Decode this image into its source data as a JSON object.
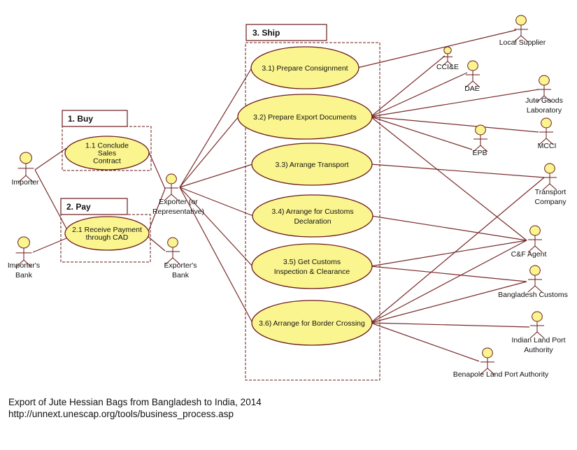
{
  "colors": {
    "line": "#7a2a2a",
    "fill": "#fbf58f",
    "frame": "#6b1a1a"
  },
  "packages": {
    "buy": {
      "title": "1. Buy"
    },
    "pay": {
      "title": "2. Pay"
    },
    "ship": {
      "title": "3. Ship"
    }
  },
  "use_cases": [
    {
      "id": "uc11",
      "lines": [
        "1.1 Conclude",
        "Sales",
        "Contract"
      ]
    },
    {
      "id": "uc21",
      "lines": [
        "2.1  Receive Payment",
        "through CAD"
      ]
    },
    {
      "id": "uc31",
      "lines": [
        "3.1) Prepare Consignment"
      ]
    },
    {
      "id": "uc32",
      "lines": [
        "3.2) Prepare Export Documents"
      ]
    },
    {
      "id": "uc33",
      "lines": [
        "3.3) Arrange Transport"
      ]
    },
    {
      "id": "uc34",
      "lines": [
        "3.4)  Arrange for Customs",
        "Declaration"
      ]
    },
    {
      "id": "uc35",
      "lines": [
        "3.5) Get Customs",
        "Inspection & Clearance"
      ]
    },
    {
      "id": "uc36",
      "lines": [
        "3.6) Arrange for Border Crossing"
      ]
    }
  ],
  "actors": [
    {
      "id": "importer",
      "lines": [
        "Importer"
      ]
    },
    {
      "id": "importers_bank",
      "lines": [
        "Importer's",
        "Bank"
      ]
    },
    {
      "id": "exporter",
      "lines": [
        "Exporter (or",
        "Representative)"
      ]
    },
    {
      "id": "exporters_bank",
      "lines": [
        "Exporter's",
        "Bank"
      ]
    },
    {
      "id": "local_supplier",
      "lines": [
        "Local Supplier"
      ]
    },
    {
      "id": "ccie",
      "lines": [
        "CCI&E"
      ]
    },
    {
      "id": "dae",
      "lines": [
        "DAE"
      ]
    },
    {
      "id": "jute_lab",
      "lines": [
        "Jute Goods",
        "Laboratory"
      ]
    },
    {
      "id": "mcci",
      "lines": [
        "MCCI"
      ]
    },
    {
      "id": "epb",
      "lines": [
        "EPB"
      ]
    },
    {
      "id": "transport",
      "lines": [
        "Transport",
        "Company"
      ]
    },
    {
      "id": "cf_agent",
      "lines": [
        "C&F Agent"
      ]
    },
    {
      "id": "bd_customs",
      "lines": [
        "Bangladesh Customs"
      ]
    },
    {
      "id": "indian_lpa",
      "lines": [
        "Indian Land Port",
        "Authority"
      ]
    },
    {
      "id": "benapole",
      "lines": [
        "Benapole Land Port Authority"
      ]
    }
  ],
  "associations": [
    [
      "importer",
      "uc11"
    ],
    [
      "importer",
      "uc21"
    ],
    [
      "importers_bank",
      "uc21"
    ],
    [
      "exporter",
      "uc11"
    ],
    [
      "exporter",
      "uc21"
    ],
    [
      "exporters_bank",
      "uc21"
    ],
    [
      "exporter",
      "uc31"
    ],
    [
      "exporter",
      "uc32"
    ],
    [
      "exporter",
      "uc33"
    ],
    [
      "exporter",
      "uc34"
    ],
    [
      "exporter",
      "uc35"
    ],
    [
      "exporter",
      "uc36"
    ],
    [
      "uc31",
      "local_supplier"
    ],
    [
      "uc32",
      "ccie"
    ],
    [
      "uc32",
      "dae"
    ],
    [
      "uc32",
      "jute_lab"
    ],
    [
      "uc32",
      "mcci"
    ],
    [
      "uc32",
      "epb"
    ],
    [
      "uc32",
      "cf_agent"
    ],
    [
      "uc33",
      "transport"
    ],
    [
      "uc34",
      "cf_agent"
    ],
    [
      "uc35",
      "cf_agent"
    ],
    [
      "uc35",
      "bd_customs"
    ],
    [
      "uc36",
      "transport"
    ],
    [
      "uc36",
      "cf_agent"
    ],
    [
      "uc36",
      "bd_customs"
    ],
    [
      "uc36",
      "indian_lpa"
    ],
    [
      "uc36",
      "benapole"
    ]
  ],
  "caption": {
    "line1": "Export of Jute Hessian Bags from Bangladesh to India, 2014",
    "line2": "http://unnext.unescap.org/tools/business_process.asp"
  }
}
